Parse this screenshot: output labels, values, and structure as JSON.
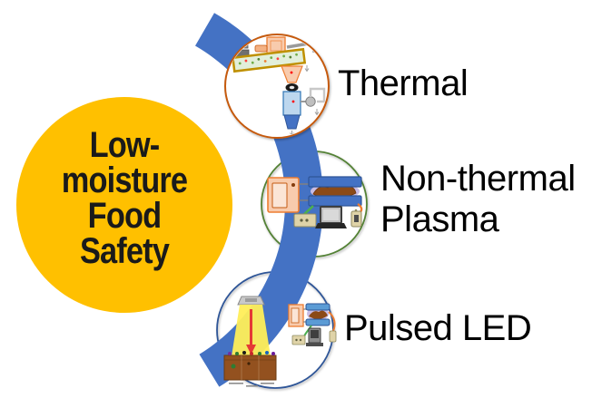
{
  "hub": {
    "lines": [
      "Low-",
      "moisture",
      "Food",
      "Safety"
    ],
    "fill": "#FFC000",
    "text_color": "#1A1A1A"
  },
  "arc": {
    "fill": "#4472C4"
  },
  "nodes": {
    "thermal": {
      "label": "Thermal",
      "ring": "#C55A11",
      "icon": "thermal-dryer-system-icon"
    },
    "plasma": {
      "label_line1": "Non-thermal",
      "label_line2": "Plasma",
      "ring": "#538135",
      "icon": "plasma-treatment-system-icon"
    },
    "led": {
      "label": "Pulsed LED",
      "ring": "#2F5597",
      "icon": "pulsed-led-treatment-icon"
    }
  },
  "label_color": "#000000"
}
